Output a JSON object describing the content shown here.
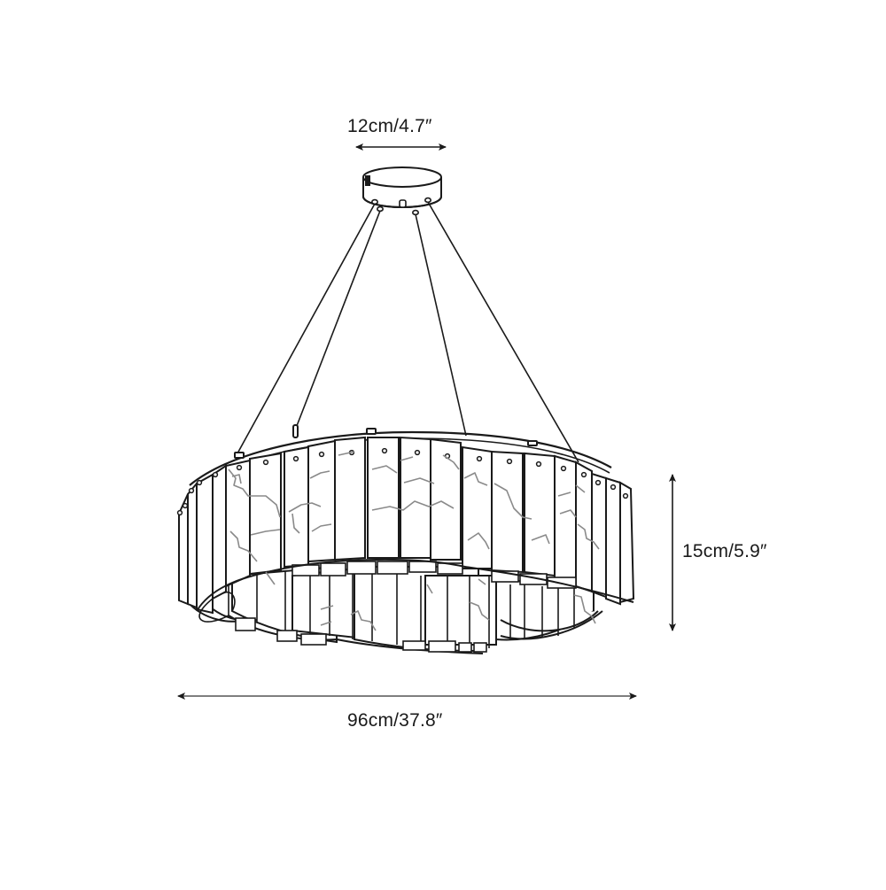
{
  "diagram": {
    "type": "product-dimension-drawing",
    "subject": "round pendant chandelier with vertical veined panels",
    "dimensions": {
      "canopy_diameter": {
        "label": "12cm/4.7″",
        "cm": 12,
        "in": 4.7
      },
      "body_height": {
        "label": "15cm/5.9″",
        "cm": 15,
        "in": 5.9
      },
      "overall_diameter": {
        "label": "96cm/37.8″",
        "cm": 96,
        "in": 37.8
      }
    },
    "colors": {
      "line": "#1a1a1a",
      "vein": "#8a8a8a",
      "background": "#ffffff"
    }
  }
}
